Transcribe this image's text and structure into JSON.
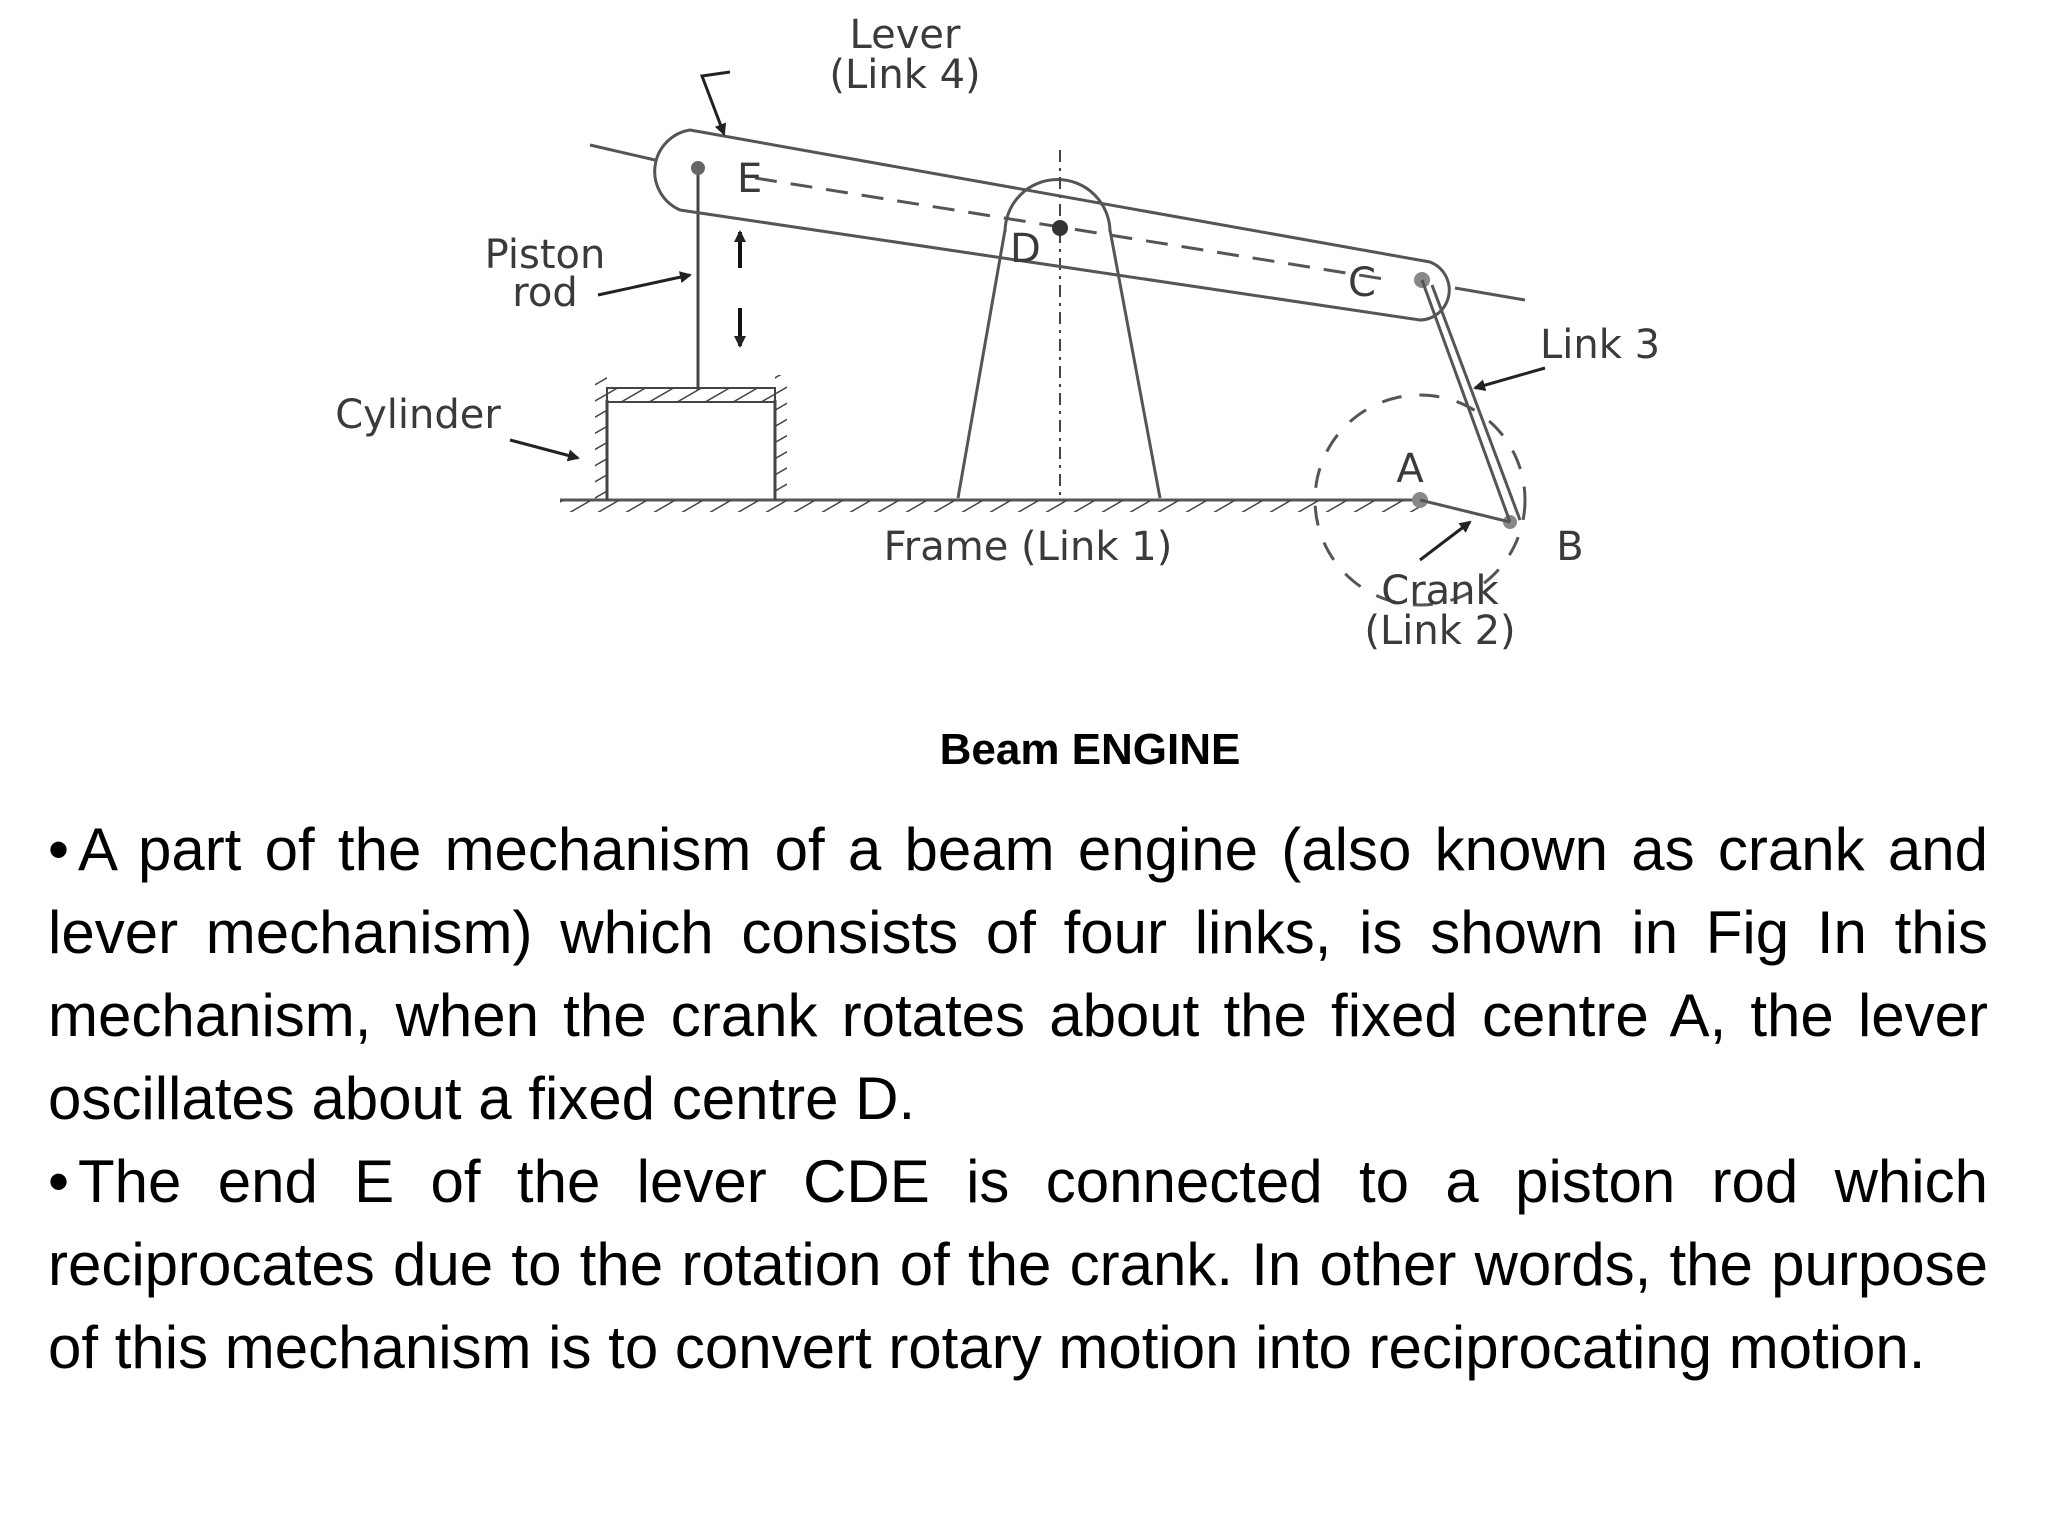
{
  "diagram": {
    "labels": {
      "lever_line1": "Lever",
      "lever_line2": "(Link 4)",
      "piston_line1": "Piston",
      "piston_line2": "rod",
      "cylinder": "Cylinder",
      "point_e": "E",
      "point_d": "D",
      "point_c": "C",
      "point_a": "A",
      "point_b": "B",
      "link3": "Link 3",
      "frame": "Frame (Link 1)",
      "crank_line1": "Crank",
      "crank_line2": "(Link 2)"
    }
  },
  "caption": "Beam ENGINE",
  "paragraphs": [
    {
      "bullet": "•",
      "text": "A part of the mechanism of a beam engine (also known as crank and lever mechanism) which consists of four links, is shown in Fig In this mechanism, when the crank rotates about the fixed centre A, the lever oscillates about a fixed centre D."
    },
    {
      "bullet": "•",
      "text": "The end E of the lever CDE is connected to a piston rod which reciprocates due to the rotation of the crank. In other words, the purpose of this  mechanism is to convert rotary motion into reciprocating motion."
    }
  ]
}
